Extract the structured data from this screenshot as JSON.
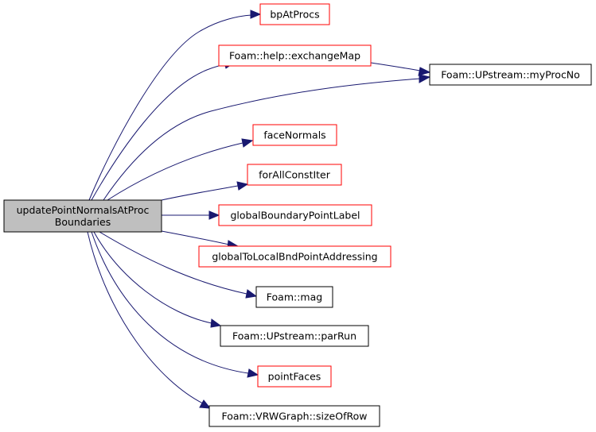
{
  "graph": {
    "root": {
      "id": "root",
      "label_lines": [
        "updatePointNormalsAtProc",
        "Boundaries"
      ],
      "fill": "#bfbfbf",
      "border": "#000000"
    },
    "nodes": [
      {
        "id": "bpAtProcs",
        "label": "bpAtProcs",
        "border": "#ff0000"
      },
      {
        "id": "exchangeMap",
        "label": "Foam::help::exchangeMap",
        "border": "#ff0000"
      },
      {
        "id": "myProcNo",
        "label": "Foam::UPstream::myProcNo",
        "border": "#000000"
      },
      {
        "id": "faceNormals",
        "label": "faceNormals",
        "border": "#ff0000"
      },
      {
        "id": "forAllConstIter",
        "label": "forAllConstIter",
        "border": "#ff0000"
      },
      {
        "id": "globalBoundaryPointLabel",
        "label": "globalBoundaryPointLabel",
        "border": "#ff0000"
      },
      {
        "id": "globalToLocalBndPointAddressing",
        "label": "globalToLocalBndPointAddressing",
        "border": "#ff0000"
      },
      {
        "id": "mag",
        "label": "Foam::mag",
        "border": "#000000"
      },
      {
        "id": "parRun",
        "label": "Foam::UPstream::parRun",
        "border": "#000000"
      },
      {
        "id": "pointFaces",
        "label": "pointFaces",
        "border": "#ff0000"
      },
      {
        "id": "sizeOfRow",
        "label": "Foam::VRWGraph::sizeOfRow",
        "border": "#000000"
      }
    ],
    "edges": [
      {
        "from": "root",
        "to": "bpAtProcs"
      },
      {
        "from": "root",
        "to": "exchangeMap"
      },
      {
        "from": "root",
        "to": "myProcNo"
      },
      {
        "from": "exchangeMap",
        "to": "myProcNo"
      },
      {
        "from": "root",
        "to": "faceNormals"
      },
      {
        "from": "root",
        "to": "forAllConstIter"
      },
      {
        "from": "root",
        "to": "globalBoundaryPointLabel"
      },
      {
        "from": "root",
        "to": "globalToLocalBndPointAddressing"
      },
      {
        "from": "root",
        "to": "mag"
      },
      {
        "from": "root",
        "to": "parRun"
      },
      {
        "from": "root",
        "to": "pointFaces"
      },
      {
        "from": "root",
        "to": "sizeOfRow"
      }
    ],
    "edge_color": "#191970"
  }
}
